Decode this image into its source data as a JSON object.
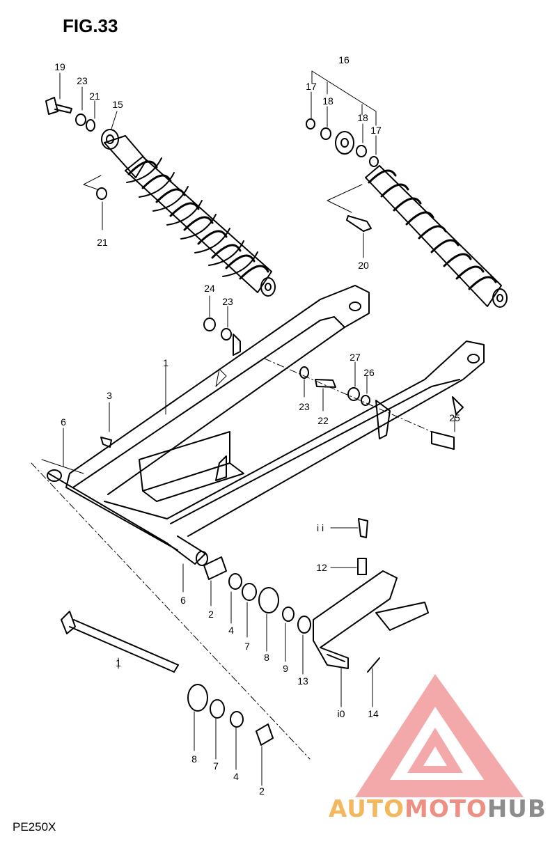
{
  "figure": {
    "title": "FIG.33",
    "model": "PE250X"
  },
  "watermark": {
    "brand_part1": "AUTO",
    "brand_part2": "MOTO",
    "brand_part3": "HUB",
    "colors": {
      "auto": "#f3b85e",
      "moto": "#ee8f84",
      "hub": "#8c8c8c",
      "logo": "#f08d8d"
    }
  },
  "callouts": [
    {
      "id": "c19a",
      "label": "19"
    },
    {
      "id": "c23a",
      "label": "23"
    },
    {
      "id": "c21a",
      "label": "21"
    },
    {
      "id": "c15",
      "label": "15"
    },
    {
      "id": "c21b",
      "label": "21"
    },
    {
      "id": "c16",
      "label": "16"
    },
    {
      "id": "c17a",
      "label": "17"
    },
    {
      "id": "c18a",
      "label": "18"
    },
    {
      "id": "c18b",
      "label": "18"
    },
    {
      "id": "c17b",
      "label": "17"
    },
    {
      "id": "c20",
      "label": "20"
    },
    {
      "id": "c24",
      "label": "24"
    },
    {
      "id": "c23b",
      "label": "23"
    },
    {
      "id": "c1a",
      "label": "1"
    },
    {
      "id": "c27",
      "label": "27"
    },
    {
      "id": "c26",
      "label": "26"
    },
    {
      "id": "c23c",
      "label": "23"
    },
    {
      "id": "c22",
      "label": "22"
    },
    {
      "id": "c3",
      "label": "3"
    },
    {
      "id": "c6a",
      "label": "6"
    },
    {
      "id": "c25",
      "label": "25"
    },
    {
      "id": "c11",
      "label": "i i"
    },
    {
      "id": "c12",
      "label": "12"
    },
    {
      "id": "c6b",
      "label": "6"
    },
    {
      "id": "c2a",
      "label": "2"
    },
    {
      "id": "c4a",
      "label": "4"
    },
    {
      "id": "c7a",
      "label": "7"
    },
    {
      "id": "c8a",
      "label": "8"
    },
    {
      "id": "c9",
      "label": "9"
    },
    {
      "id": "c13",
      "label": "13"
    },
    {
      "id": "c10",
      "label": "i0"
    },
    {
      "id": "c14",
      "label": "14"
    },
    {
      "id": "c1b",
      "label": "1"
    },
    {
      "id": "c8b",
      "label": "8"
    },
    {
      "id": "c7b",
      "label": "7"
    },
    {
      "id": "c4b",
      "label": "4"
    },
    {
      "id": "c2b",
      "label": "2"
    }
  ]
}
